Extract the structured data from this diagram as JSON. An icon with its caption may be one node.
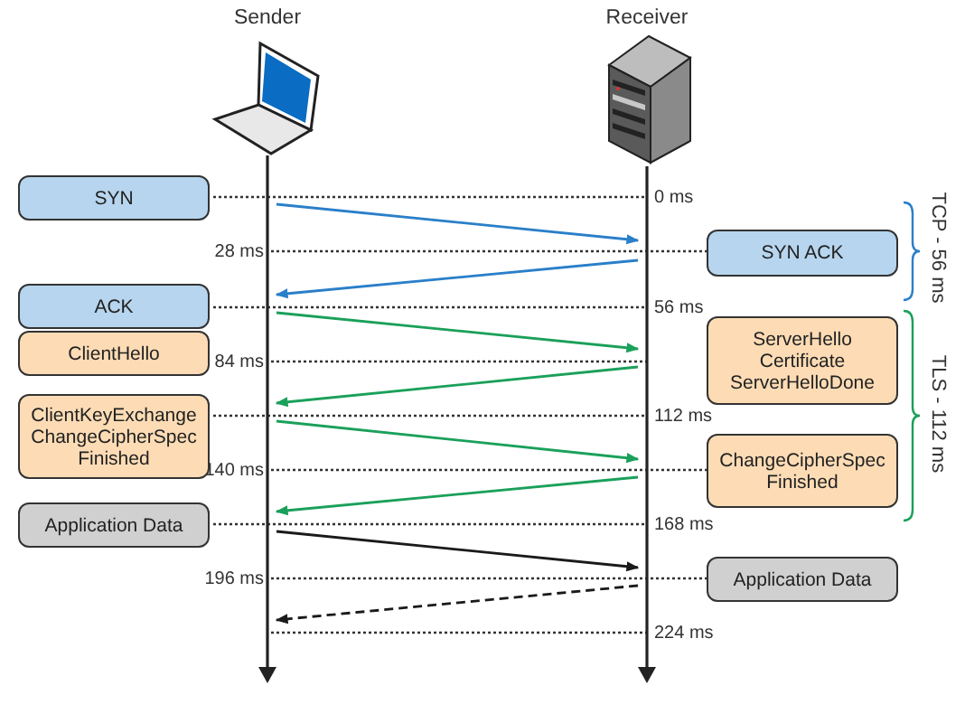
{
  "diagram": {
    "nodes": [
      {
        "text": [],
        "shape": "line"
      },
      {
        "text": [],
        "shape": "line"
      },
      {
        "text": [
          "SYN"
        ]
      },
      {
        "text": [
          "SYN ACK"
        ]
      },
      {
        "text": [
          "ACK"
        ]
      },
      {
        "text": [
          "ClientHello"
        ]
      },
      {
        "text": [
          "ServerHello Certificate ServerHelloDone"
        ]
      },
      {
        "text": [
          "ClientKeyExchange ChangeCipherSpec Finished"
        ]
      },
      {
        "text": [
          "ChangeCipherSpec Finished"
        ]
      },
      {
        "text": [
          "Application Data"
        ]
      },
      {
        "text": [
          "Application Data"
        ]
      }
    ],
    "edges": [
      {
        "from": 0,
        "to": 1,
        "arrow": "to",
        "color": "#2a7fc9"
      },
      {
        "from": 1,
        "to": 0,
        "arrow": "to",
        "color": "#2a7fc9"
      },
      {
        "from": 0,
        "to": 1,
        "arrow": "to"
      },
      {
        "from": 1,
        "to": 0,
        "arrow": "to"
      },
      {
        "from": 0,
        "to": 1,
        "arrow": "to"
      },
      {
        "from": 1,
        "to": 0,
        "arrow": "to"
      },
      {
        "from": 0,
        "to": 1,
        "arrow": "to",
        "color": "#1a1a1a"
      },
      {
        "from": 1,
        "to": 0,
        "arrow": "to",
        "style": "dashed",
        "color": "#1a1a1a"
      }
    ],
    "labels": [
      "Sender",
      "Receiver",
      "0 ms",
      "TCP - 56 ms",
      "28 ms",
      "56 ms",
      "84 ms",
      "TLS - 112 ms",
      "112 ms",
      "140 ms",
      "168 ms",
      "196 ms",
      "224 ms"
    ]
  }
}
